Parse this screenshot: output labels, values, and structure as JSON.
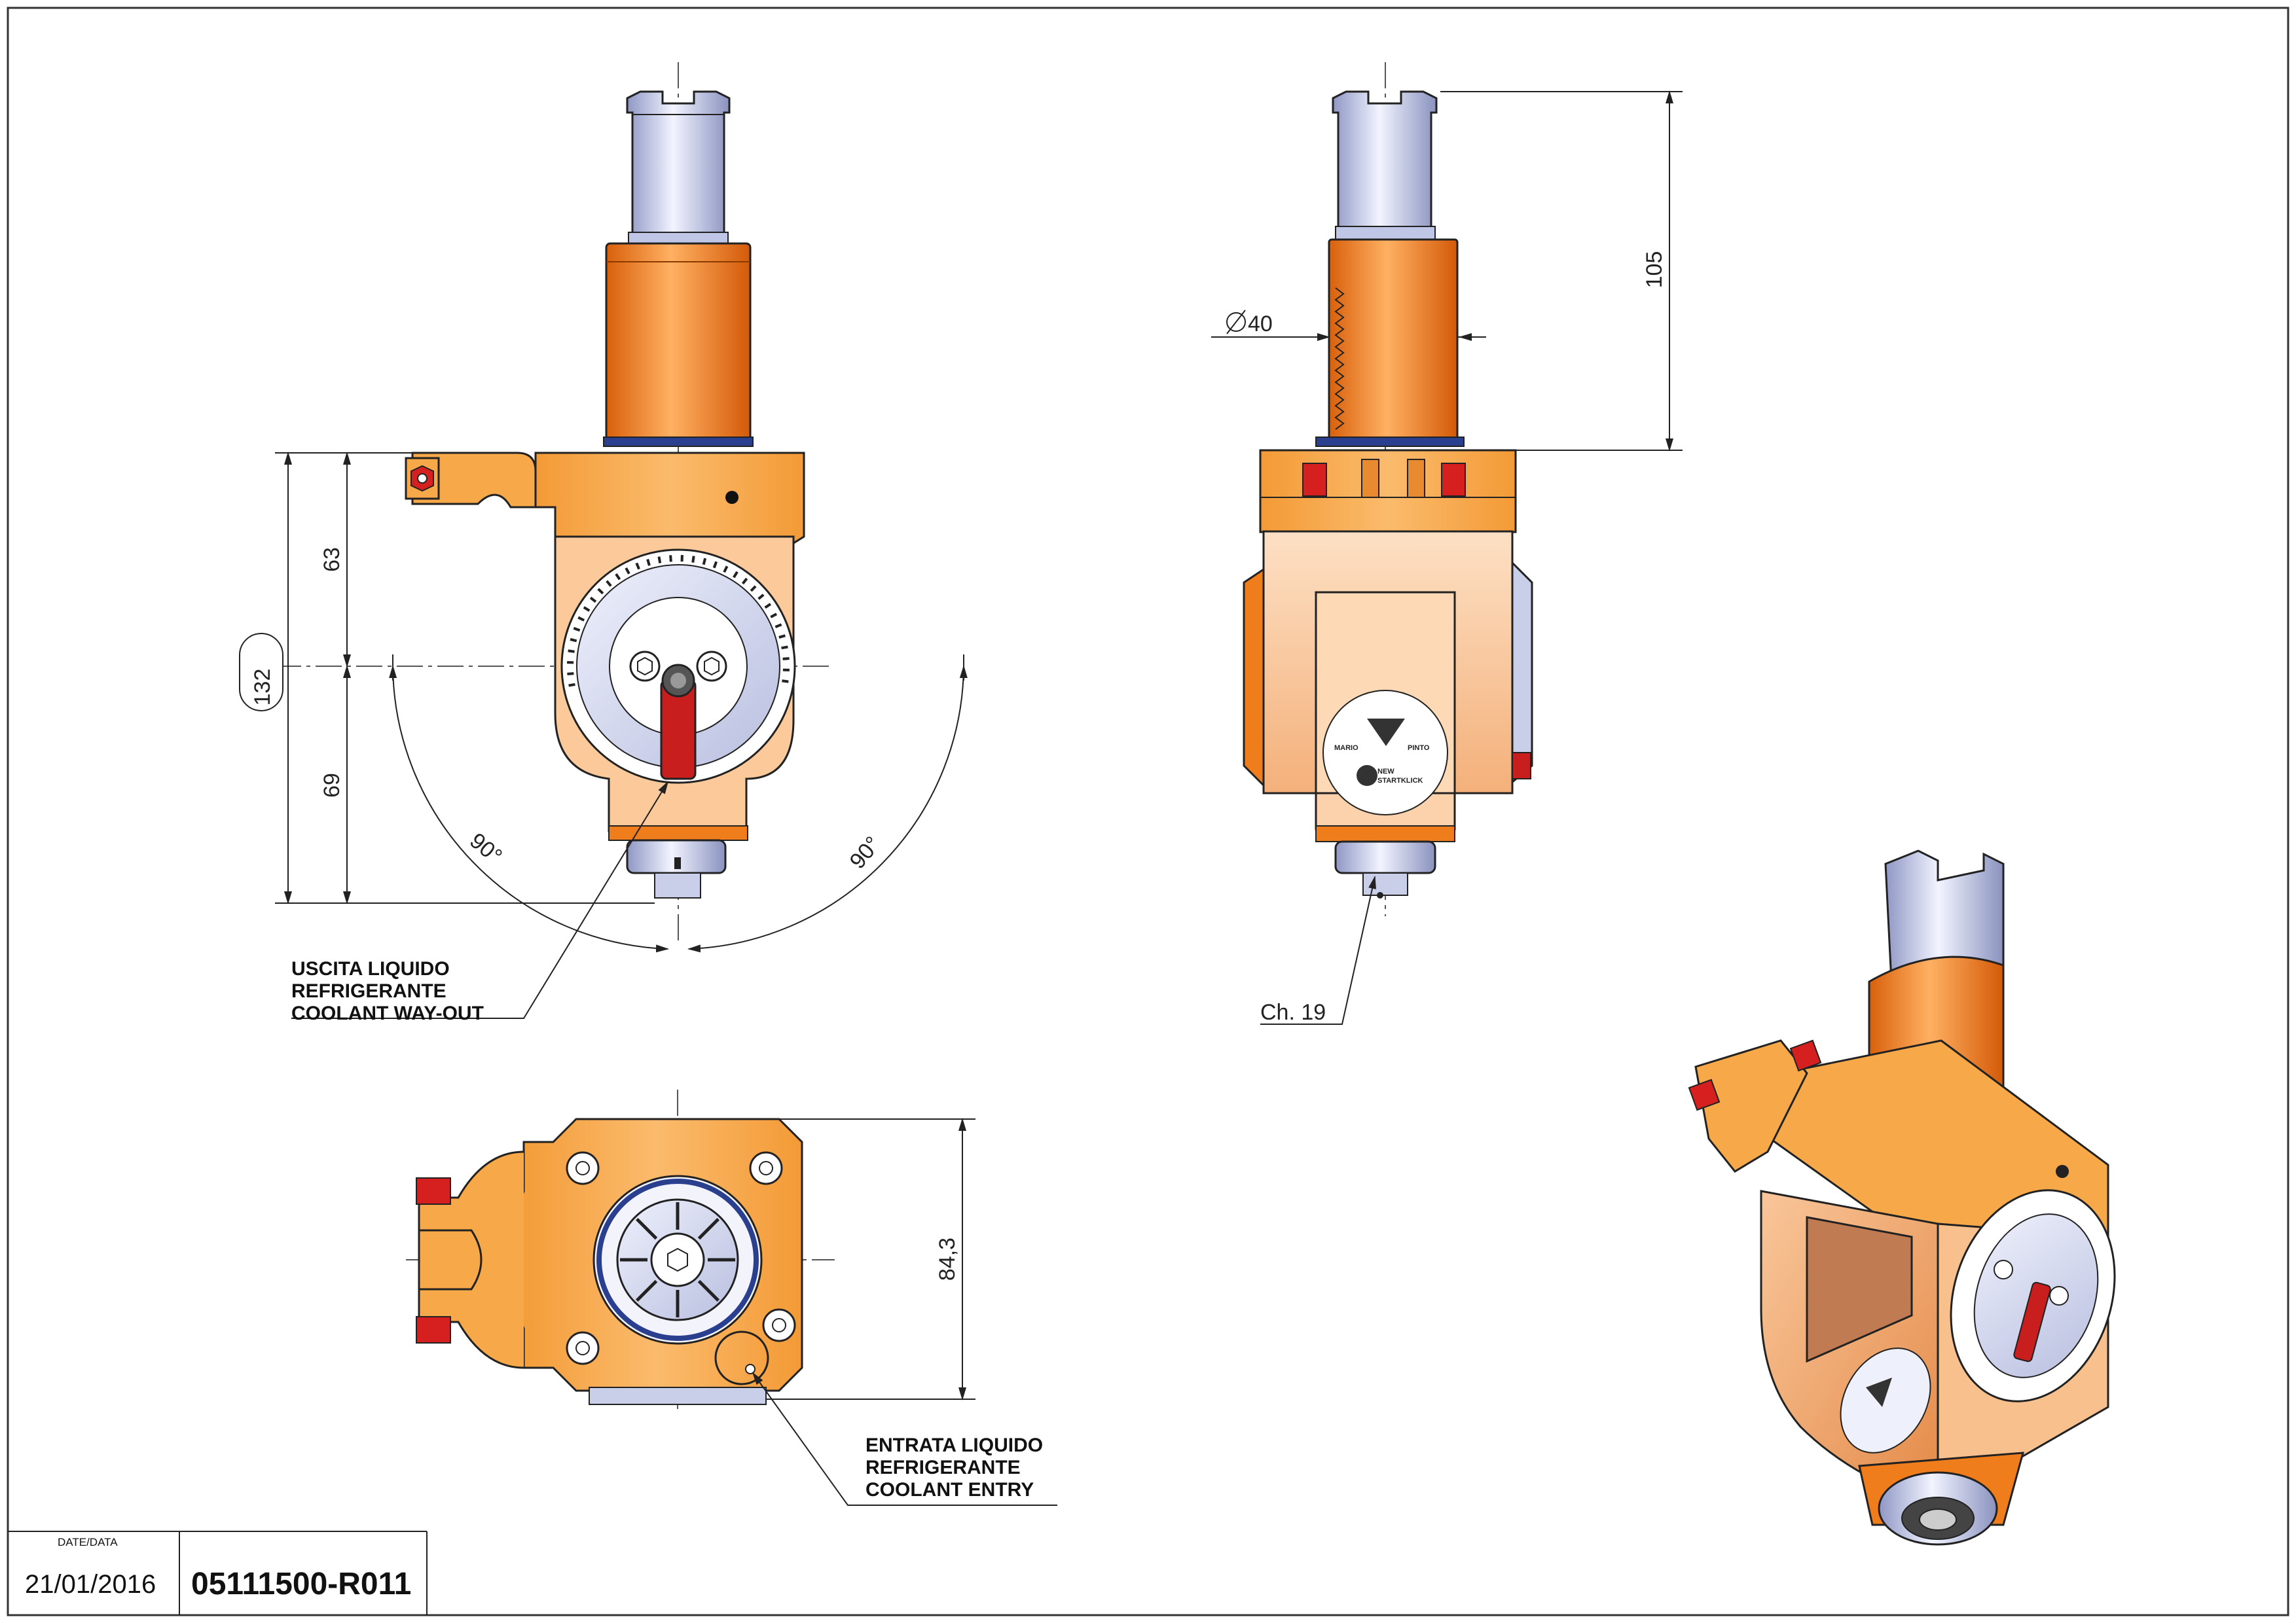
{
  "drawing": {
    "views": [
      "front-view",
      "side-view",
      "top-view",
      "isometric-view"
    ],
    "colors": {
      "body_orange": "#f7a94a",
      "spindle_orange": "#f07d1c",
      "body_peach": "#fbc99a",
      "steel_blue": "#c9cfe8",
      "handle_red": "#c81e1e",
      "line": "#222222"
    }
  },
  "dimensions": {
    "total_height": "132",
    "upper_height": "63",
    "lower_height": "69",
    "angle_left": "90°",
    "angle_right": "90°",
    "spindle_height": "105",
    "diameter": "40",
    "top_width": "84,3",
    "chamfer": "Ch. 19"
  },
  "notes": {
    "coolant_out": [
      "USCITA LIQUIDO",
      "REFRIGERANTE",
      "COOLANT WAY-OUT"
    ],
    "coolant_in": [
      "ENTRATA LIQUIDO",
      "REFRIGERANTE",
      "COOLANT ENTRY"
    ]
  },
  "logo": {
    "line1": "MARIO",
    "line2": "PINTO",
    "line3": "NEW",
    "line4": "STARTKLICK"
  },
  "title_block": {
    "date_label": "DATE/DATA",
    "date_value": "21/01/2016",
    "drawing_code": "05111500-R011"
  }
}
